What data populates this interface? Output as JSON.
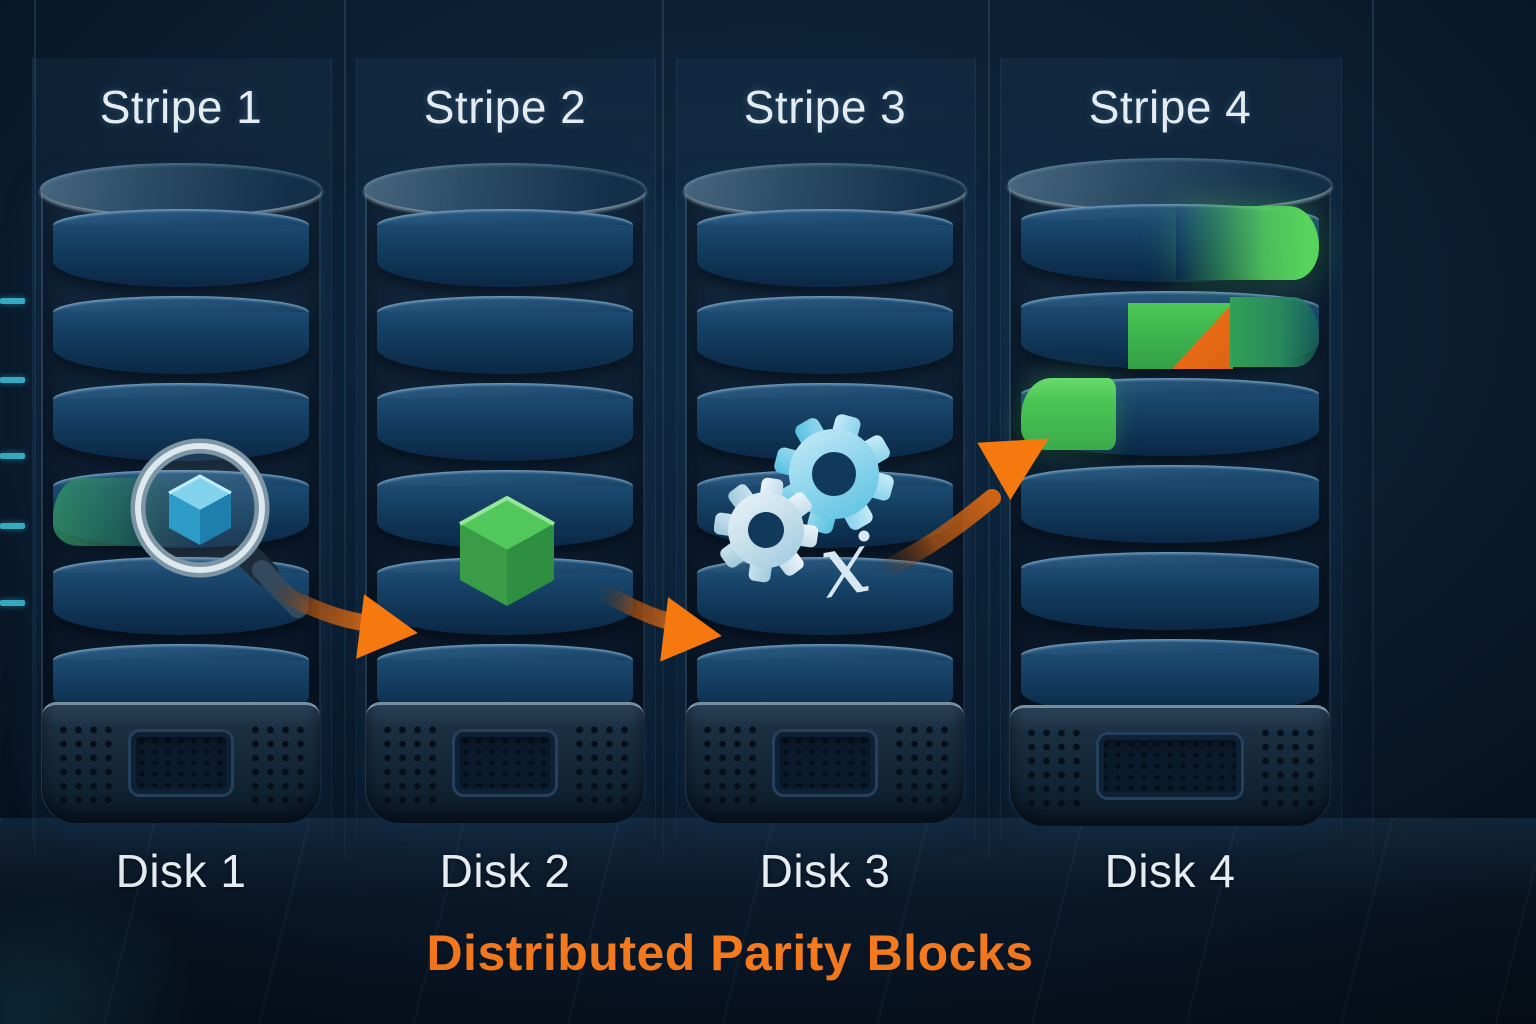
{
  "title": "Distributed Parity Blocks",
  "stripe_labels": [
    "Stripe 1",
    "Stripe 2",
    "Stripe 3",
    "Stripe 4"
  ],
  "disk_labels": [
    "Disk 1",
    "Disk 2",
    "Disk 3",
    "Disk 4"
  ],
  "icons": {
    "disk1": "magnifier-over-blue-data-block-icon",
    "disk2": "green-data-block-cube-icon",
    "disk3": "parity-gears-xor-icon",
    "disk4": "parity-block-highlights",
    "xor_glyph": "x"
  },
  "flow_arrows": [
    "disk1-to-disk2",
    "disk2-to-disk3",
    "disk3-to-disk4"
  ],
  "colors": {
    "background": "#0B1E31",
    "platter_blue": "#123A5C",
    "accent_orange": "#F5791D",
    "parity_green": "#4EC85A",
    "parity_triangle_orange": "#E8671B",
    "cube_blue": "#47B5E0",
    "gear_cyan": "#6FCDE9",
    "label_text": "#E4ECF2",
    "tick_cyan": "#3FC3DA"
  }
}
